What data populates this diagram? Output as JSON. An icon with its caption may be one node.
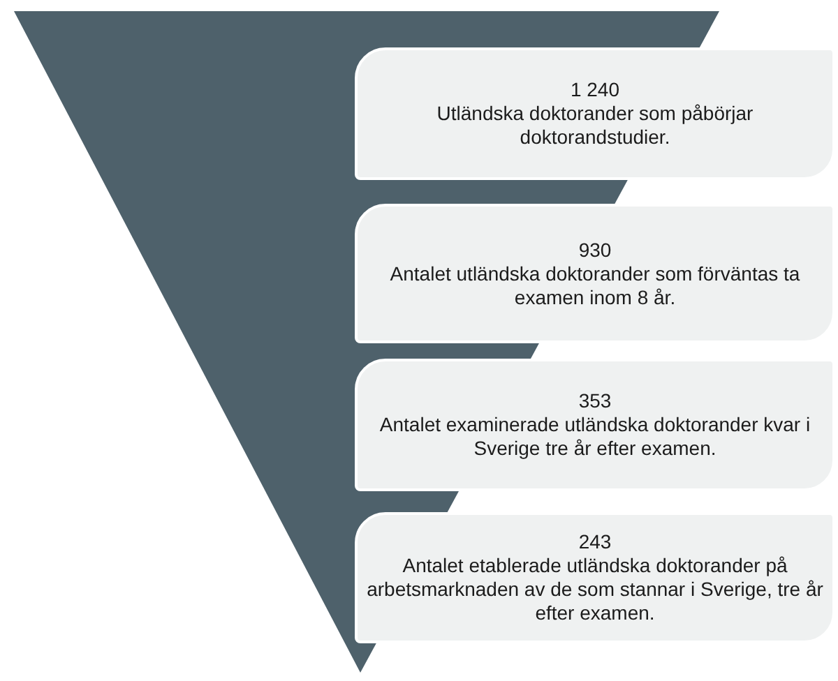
{
  "diagram": {
    "nodes": [
      {
        "text": [
          "1 240",
          "Utländska doktorander som påbörjar doktorandstudier."
        ]
      },
      {
        "text": [
          "930",
          "Antalet utländska doktorander som förväntas ta examen inom 8 år."
        ]
      },
      {
        "text": [
          "353",
          "Antalet examinerade utländska doktorander kvar i Sverige tre år efter examen."
        ]
      },
      {
        "text": [
          "243",
          "Antalet etablerade utländska doktorander på arbetsmarknaden av de som stannar i Sverige, tre år efter examen."
        ]
      }
    ]
  }
}
